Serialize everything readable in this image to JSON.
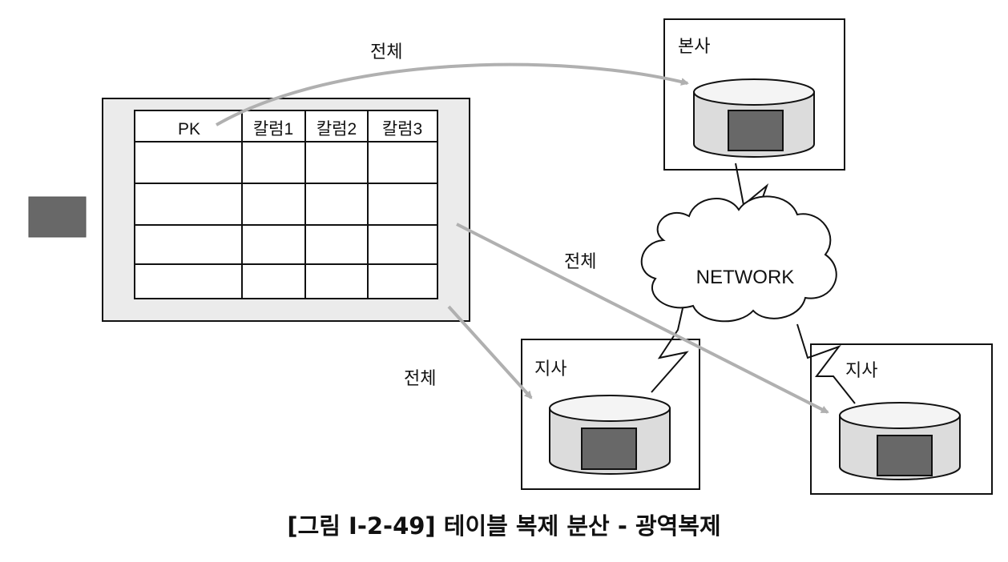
{
  "table": {
    "headers": [
      "PK",
      "칼럼1",
      "칼럼2",
      "칼럼3"
    ]
  },
  "sites": {
    "hq": "본사",
    "branch_left": "지사",
    "branch_right": "지사"
  },
  "network_label": "NETWORK",
  "arrow_labels": {
    "to_hq": "전체",
    "to_branch_right": "전체",
    "to_branch_left": "전체"
  },
  "caption": "[그림 Ⅰ-2-49] 테이블 복제 분산 - 광역복제",
  "colors": {
    "panel_fill": "#ebebeb",
    "arrow": "#b0b0b0",
    "cylinder_fill": "#dcdcdc",
    "block_fill": "#686868"
  }
}
